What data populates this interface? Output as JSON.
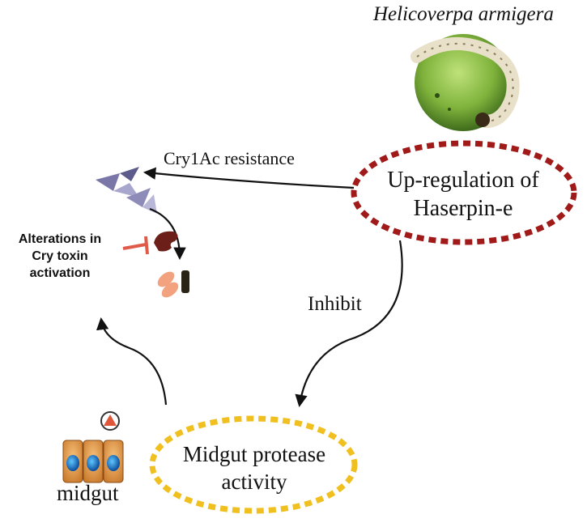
{
  "species": "Helicoverpa armigera",
  "edges": {
    "resistance": "Cry1Ac  resistance",
    "inhibit": "Inhibit"
  },
  "nodes": {
    "upregulation": {
      "line1": "Up-regulation of",
      "line2": "Haserpin-e",
      "border_color": "#a11a1a"
    },
    "protease": {
      "line1": "Midgut protease",
      "line2": "activity",
      "border_color": "#f0c020"
    },
    "alterations": {
      "line1": "Alterations in",
      "line2": "Cry toxin",
      "line3": "activation"
    },
    "midgut": {
      "label": "midgut"
    }
  },
  "icons": {
    "larva": "caterpillar-on-fruit-icon",
    "toxin": "cry-toxin-crystal-icon",
    "enzyme": "protease-enzyme-icon",
    "receptor": "receptor-icon",
    "cells": "midgut-cells-icon",
    "warning": "warning-triangle-icon"
  }
}
